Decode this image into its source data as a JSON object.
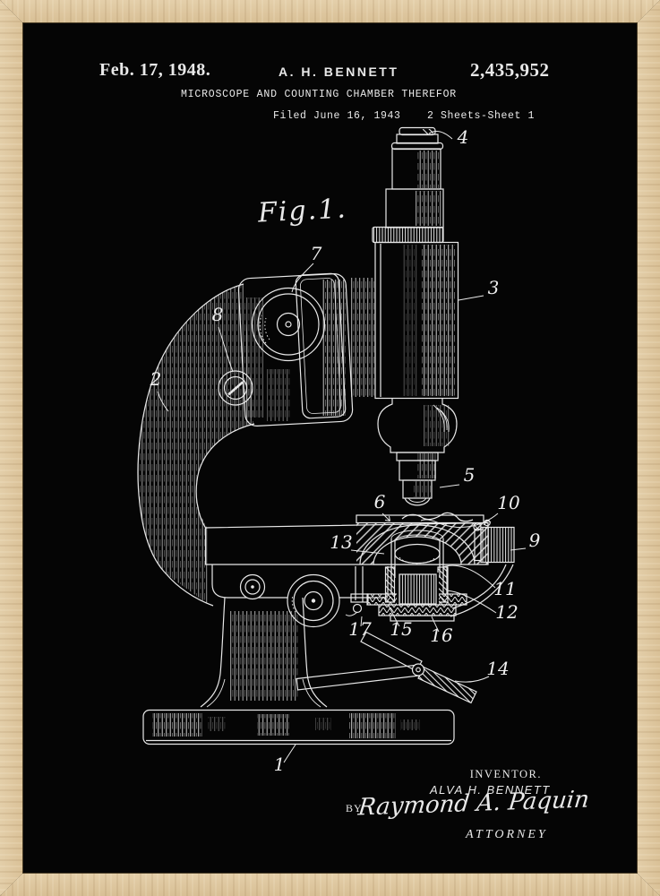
{
  "colors": {
    "wood": "#ddc69f",
    "background": "#050505",
    "ink": "#e9e9e9"
  },
  "header": {
    "date": "Feb. 17, 1948.",
    "inventor": "A. H. BENNETT",
    "patent_number": "2,435,952",
    "title": "MICROSCOPE AND COUNTING CHAMBER THEREFOR",
    "filed": "Filed June 16, 1943",
    "sheet": "2 Sheets-Sheet 1"
  },
  "figure": {
    "label": "Fig.1."
  },
  "drawing": {
    "parts": {
      "p1": "1",
      "p2": "2",
      "p3": "3",
      "p4": "4",
      "p5": "5",
      "p6": "6",
      "p7": "7",
      "p8": "8",
      "p9": "9",
      "p10": "10",
      "p11": "11",
      "p12": "12",
      "p13": "13",
      "p14": "14",
      "p15": "15",
      "p16": "16",
      "p17": "17"
    }
  },
  "signature": {
    "inventor_caption": "INVENTOR.",
    "inventor_name": "ALVA H. BENNETT",
    "by": "BY",
    "attorney_signature": "Raymond A. Paquin",
    "attorney_caption": "ATTORNEY"
  }
}
